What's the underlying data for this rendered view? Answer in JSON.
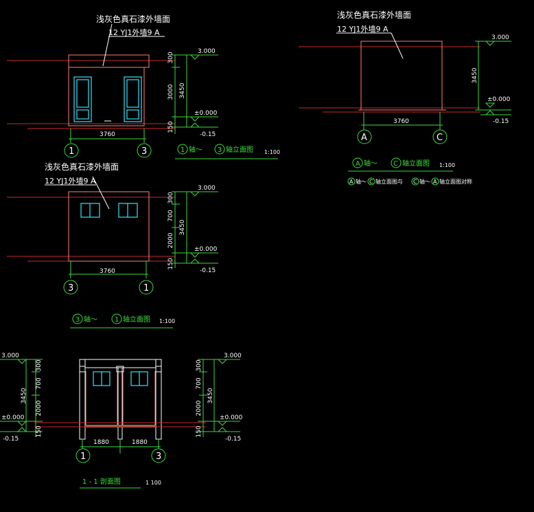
{
  "material_note": "浅灰色真石漆外墙面",
  "material_spec": "12 YJ1外墙9 A",
  "elev": {
    "top": "3.000",
    "zero": "±0.000",
    "ground": "-0.15"
  },
  "dims": {
    "width": "3760",
    "half_width": "1880",
    "total_height": "3450",
    "h300": "300",
    "h3000": "3000",
    "h150": "150",
    "h700": "700",
    "h2000": "2000"
  },
  "axes": {
    "a1": "1",
    "a3": "3",
    "aA": "A",
    "aC": "C"
  },
  "titles": {
    "v1_pre": "1",
    "v1_mid": "轴～",
    "v1_post": "3",
    "v1_suffix": "轴立面图",
    "v2_pre": "A",
    "v2_mid": "轴～",
    "v2_post": "C",
    "v2_suffix": "轴立面图",
    "v2_note_a": "A",
    "v2_note_mid": "轴～",
    "v2_note_c": "C",
    "v2_note_text1": "轴立面图与",
    "v2_note_c2": "C",
    "v2_note_mid2": "轴～",
    "v2_note_a2": "A",
    "v2_note_text2": "轴立面图对称",
    "v3_pre": "3",
    "v3_mid": "轴～",
    "v3_post": "1",
    "v3_suffix": "轴立面图",
    "v4": "1 - 1 剖面图",
    "scale": "1:100",
    "scale_s": "1 100"
  },
  "colors": {
    "wall": "#ff7f7f",
    "dim": "#3ddc3d",
    "window": "#33e5ff",
    "text": "#ffffff",
    "ref": "#cc2a2a",
    "floor": "#8a6a4a"
  }
}
